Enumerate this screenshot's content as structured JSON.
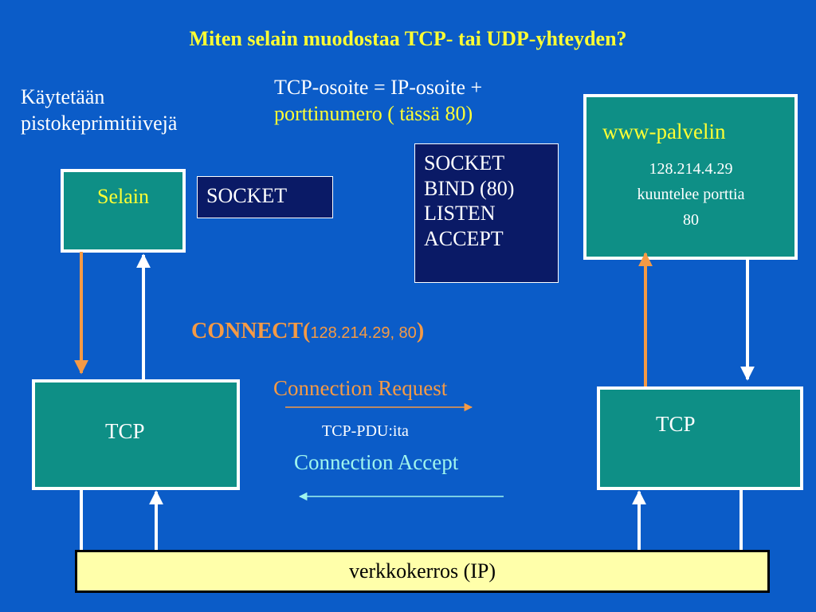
{
  "title": "Miten selain muodostaa TCP- tai UDP-yhteyden?",
  "intro": {
    "line1": "Käytetään",
    "line2": "pistokeprimitiivejä"
  },
  "address_note": {
    "line1": "TCP-osoite = IP-osoite +",
    "line2": "porttinumero ( tässä 80)"
  },
  "browser": {
    "label": "Selain"
  },
  "client_socket": {
    "label": "SOCKET"
  },
  "server_calls": [
    "SOCKET",
    "BIND (80)",
    "LISTEN",
    "ACCEPT"
  ],
  "server": {
    "title": "www-palvelin",
    "address": "128.214.4.29",
    "listen_line1": "kuuntelee porttia",
    "listen_line2": "80"
  },
  "connect": {
    "keyword": "CONNECT(",
    "args": "128.214.29, 80",
    "close": ")"
  },
  "messages": {
    "request": "Connection Request",
    "pdu": "TCP-PDU:ita",
    "accept": "Connection Accept"
  },
  "tcp_left": {
    "label": "TCP"
  },
  "tcp_right": {
    "label": "TCP"
  },
  "network_layer": {
    "label": "verkkokerros (IP)"
  },
  "colors": {
    "background": "#0b5cc8",
    "title": "#ffff33",
    "teal_box": "#0e8f86",
    "orange": "#f59a45",
    "accept_text": "#9ff5ee",
    "ip_bar": "#ffffaa"
  }
}
